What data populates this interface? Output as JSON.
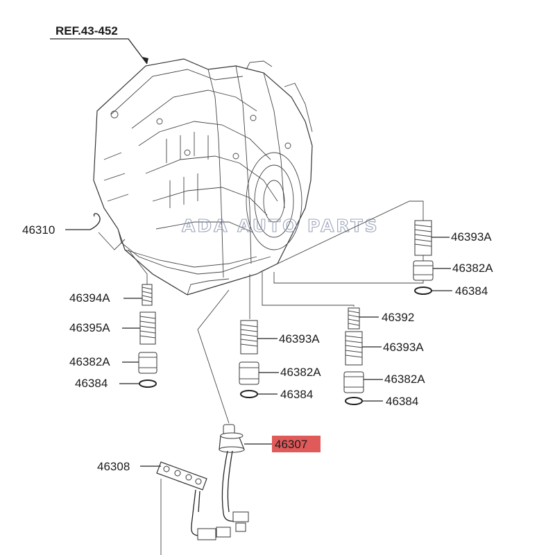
{
  "reference": "REF.43-452",
  "watermark": "ADA AUTO PARTS",
  "colors": {
    "highlight": "#e05a5a",
    "line": "#222222"
  },
  "labels": {
    "p46310": "46310",
    "p46394A": "46394A",
    "p46395A": "46395A",
    "p46382A_left": "46382A",
    "p46384_left": "46384",
    "p46393A_mid": "46393A",
    "p46382A_mid": "46382A",
    "p46384_mid": "46384",
    "p46392": "46392",
    "p46393A_r2": "46393A",
    "p46382A_r2": "46382A",
    "p46384_r2": "46384",
    "p46393A_top": "46393A",
    "p46382A_top": "46382A",
    "p46384_top": "46384",
    "p46307": "46307",
    "p46308": "46308"
  }
}
